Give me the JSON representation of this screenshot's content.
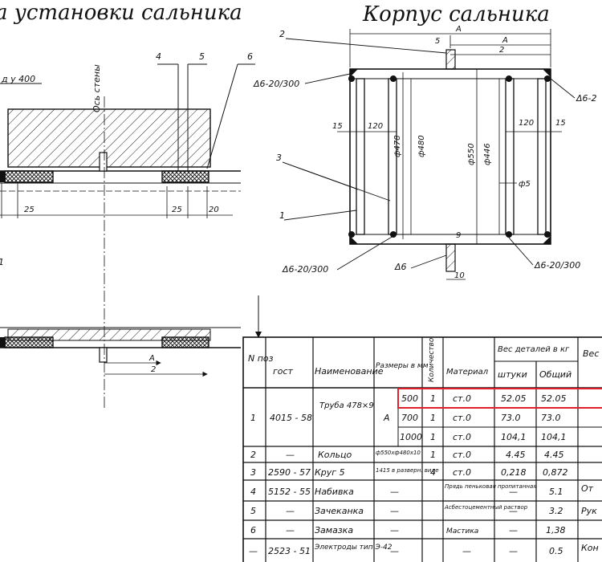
{
  "titles": {
    "left": "а установки сальника",
    "right": "Корпус сальника"
  },
  "left_view": {
    "dy_label": "д у 400",
    "axis_label": "Ось стены",
    "callouts": [
      "4",
      "5",
      "6",
      "1"
    ],
    "dims": [
      "25",
      "25",
      "20",
      "А",
      "2"
    ]
  },
  "right_view": {
    "callouts": [
      "2",
      "3",
      "1"
    ],
    "dims": [
      "5",
      "А",
      "А",
      "2",
      "15",
      "120",
      "120",
      "15",
      "ф478",
      "ф480",
      "ф550",
      "ф446",
      "ф5",
      "9",
      "10"
    ],
    "welds": [
      "Δ6-20/300",
      "Δ6-2",
      "Δ6-20/300",
      "Δ6",
      "Δ6-20/300"
    ]
  },
  "table": {
    "headers": {
      "pos": "N поз",
      "gost": "гост",
      "name": "Наименование",
      "size": "Размеры в мм",
      "qty": "Количество",
      "material": "Материал",
      "weight_group": "Вес деталей в кг",
      "unit": "штуки",
      "total": "Общий",
      "extra": "Вес со"
    },
    "rows": [
      {
        "pos": "1",
        "gost": "4015 - 58",
        "name": "Труба 478×9",
        "size_group": "А",
        "size": "500",
        "qty": "1",
        "material": "ст.0",
        "unit": "52.05",
        "total": "52.05",
        "extra": ""
      },
      {
        "pos": "",
        "gost": "",
        "name": "",
        "size_group": "",
        "size": "700",
        "qty": "1",
        "material": "ст.0",
        "unit": "73.0",
        "total": "73.0",
        "extra": ""
      },
      {
        "pos": "",
        "gost": "",
        "name": "",
        "size_group": "",
        "size": "1000",
        "qty": "1",
        "material": "ст.0",
        "unit": "104,1",
        "total": "104,1",
        "extra": ""
      },
      {
        "pos": "2",
        "gost": "—",
        "name": "Кольцо",
        "size_group": "",
        "size": "ф550хф480х10",
        "qty": "1",
        "material": "ст.0",
        "unit": "4.45",
        "total": "4.45",
        "extra": ""
      },
      {
        "pos": "3",
        "gost": "2590 - 57",
        "name": "Круг 5",
        "size_group": "",
        "size": "1415 в разверн. виде",
        "qty": "4",
        "material": "ст.0",
        "unit": "0,218",
        "total": "0,872",
        "extra": ""
      },
      {
        "pos": "4",
        "gost": "5152 - 55",
        "name": "Набивка",
        "size_group": "",
        "size": "—",
        "qty": "",
        "material": "Прядь пеньковая пропитанная",
        "unit": "—",
        "total": "5.1",
        "extra": "От"
      },
      {
        "pos": "5",
        "gost": "—",
        "name": "Зачеканка",
        "size_group": "",
        "size": "—",
        "qty": "",
        "material": "Асбестоцементный раствор",
        "unit": "—",
        "total": "3.2",
        "extra": "Рук"
      },
      {
        "pos": "6",
        "gost": "—",
        "name": "Замазка",
        "size_group": "",
        "size": "—",
        "qty": "",
        "material": "Мастика",
        "unit": "—",
        "total": "1,38",
        "extra": ""
      },
      {
        "pos": "—",
        "gost": "2523 - 51",
        "name": "Электроды тип Э-42",
        "size_group": "",
        "size": "—",
        "qty": "",
        "material": "—",
        "unit": "—",
        "total": "0.5",
        "extra": "Кон"
      }
    ]
  },
  "highlight": {
    "color": "#e0202a"
  }
}
